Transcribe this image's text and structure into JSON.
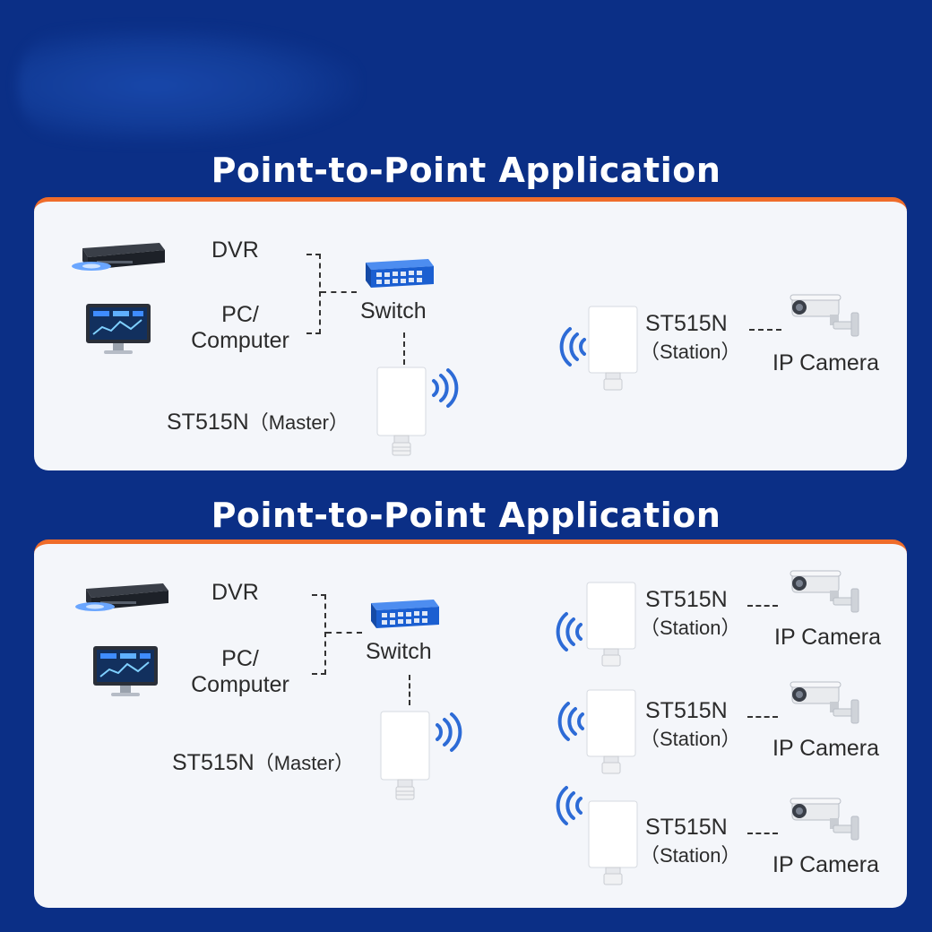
{
  "diagrams": [
    {
      "title": "Point-to-Point Application",
      "left": {
        "dvr_label": "DVR",
        "pc_label_line1": "PC/",
        "pc_label_line2": "Computer",
        "switch_label": "Switch",
        "master_model": "ST515N",
        "master_role": "（Master）"
      },
      "stations": [
        {
          "model": "ST515N",
          "role": "（Station）",
          "camera_label": "IP Camera"
        }
      ]
    },
    {
      "title": "Point-to-Point Application",
      "left": {
        "dvr_label": "DVR",
        "pc_label_line1": "PC/",
        "pc_label_line2": "Computer",
        "switch_label": "Switch",
        "master_model": "ST515N",
        "master_role": "（Master）"
      },
      "stations": [
        {
          "model": "ST515N",
          "role": "（Station）",
          "camera_label": "IP Camera"
        },
        {
          "model": "ST515N",
          "role": "（Station）",
          "camera_label": "IP Camera"
        },
        {
          "model": "ST515N",
          "role": "（Station）",
          "camera_label": "IP Camera"
        }
      ]
    }
  ],
  "colors": {
    "background": "#0b2f86",
    "panel": "#f4f6fa",
    "accent_border": "#ef6c2a",
    "wifi_waves": "#2d6bd6"
  },
  "icons": [
    "dvr-icon",
    "monitor-icon",
    "switch-icon",
    "access-point-icon",
    "wifi-waves-icon",
    "ip-camera-icon"
  ]
}
